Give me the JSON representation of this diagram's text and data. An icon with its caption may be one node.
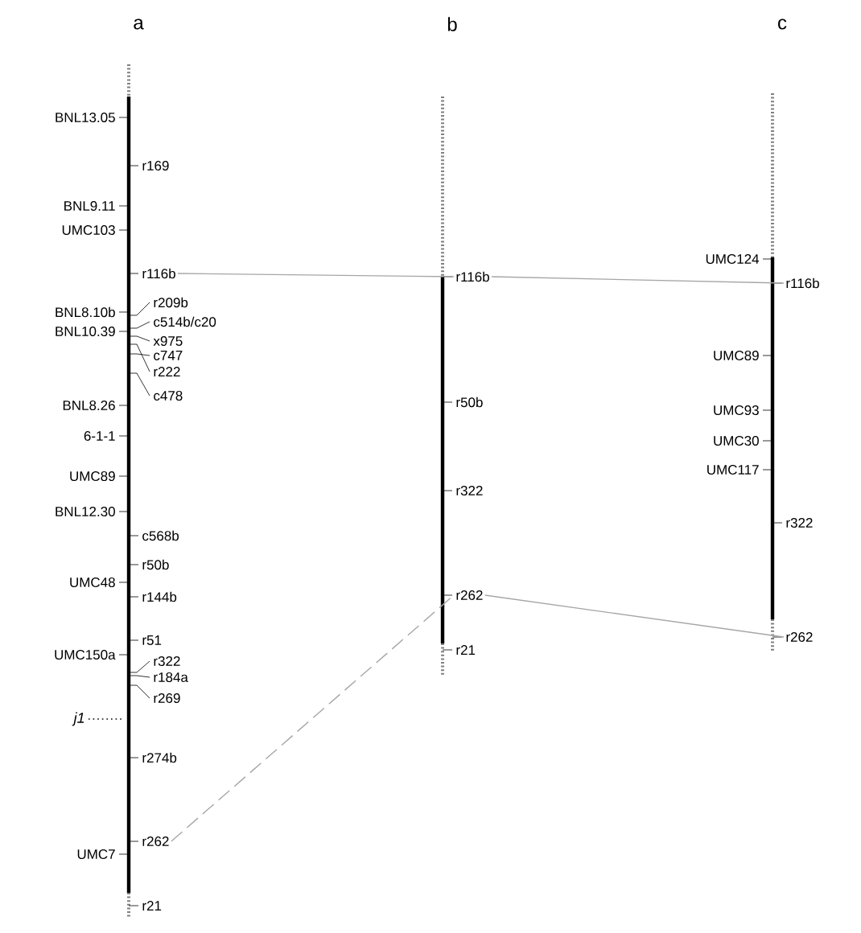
{
  "diagram": {
    "nodes": [
      {
        "text": [
          "r116b"
        ]
      },
      {
        "text": [
          "r262"
        ]
      },
      {
        "text": [
          "r116b"
        ]
      },
      {
        "text": [
          "r262"
        ]
      },
      {
        "text": [
          "r116b"
        ]
      },
      {
        "text": [
          "r262"
        ]
      }
    ],
    "edges": [
      {
        "from": 0,
        "to": 2,
        "arrow": "none"
      },
      {
        "from": 2,
        "to": 4,
        "arrow": "none"
      },
      {
        "from": 1,
        "to": 3,
        "arrow": "none",
        "style": "dashed"
      },
      {
        "from": 3,
        "to": 5,
        "arrow": "none"
      }
    ],
    "labels": [
      "a",
      "b",
      "c",
      "BNL13.05",
      "r169",
      "BNL9.11",
      "UMC103",
      "r209b",
      "BNL8.10b",
      "c514b/c20",
      "BNL10.39",
      "x975",
      "c747",
      "r222",
      "c478",
      "BNL8.26",
      "6-1-1",
      "UMC89",
      "BNL12.30",
      "c568b",
      "r50b",
      "UMC48",
      "r144b",
      "r51",
      "UMC150a",
      "r322",
      "r184a",
      "r269",
      "j1",
      "r274b",
      "UMC7",
      "r21",
      "r50b",
      "r322",
      "r21",
      "UMC124",
      "UMC89",
      "UMC93",
      "UMC30",
      "UMC117",
      "r322"
    ]
  }
}
